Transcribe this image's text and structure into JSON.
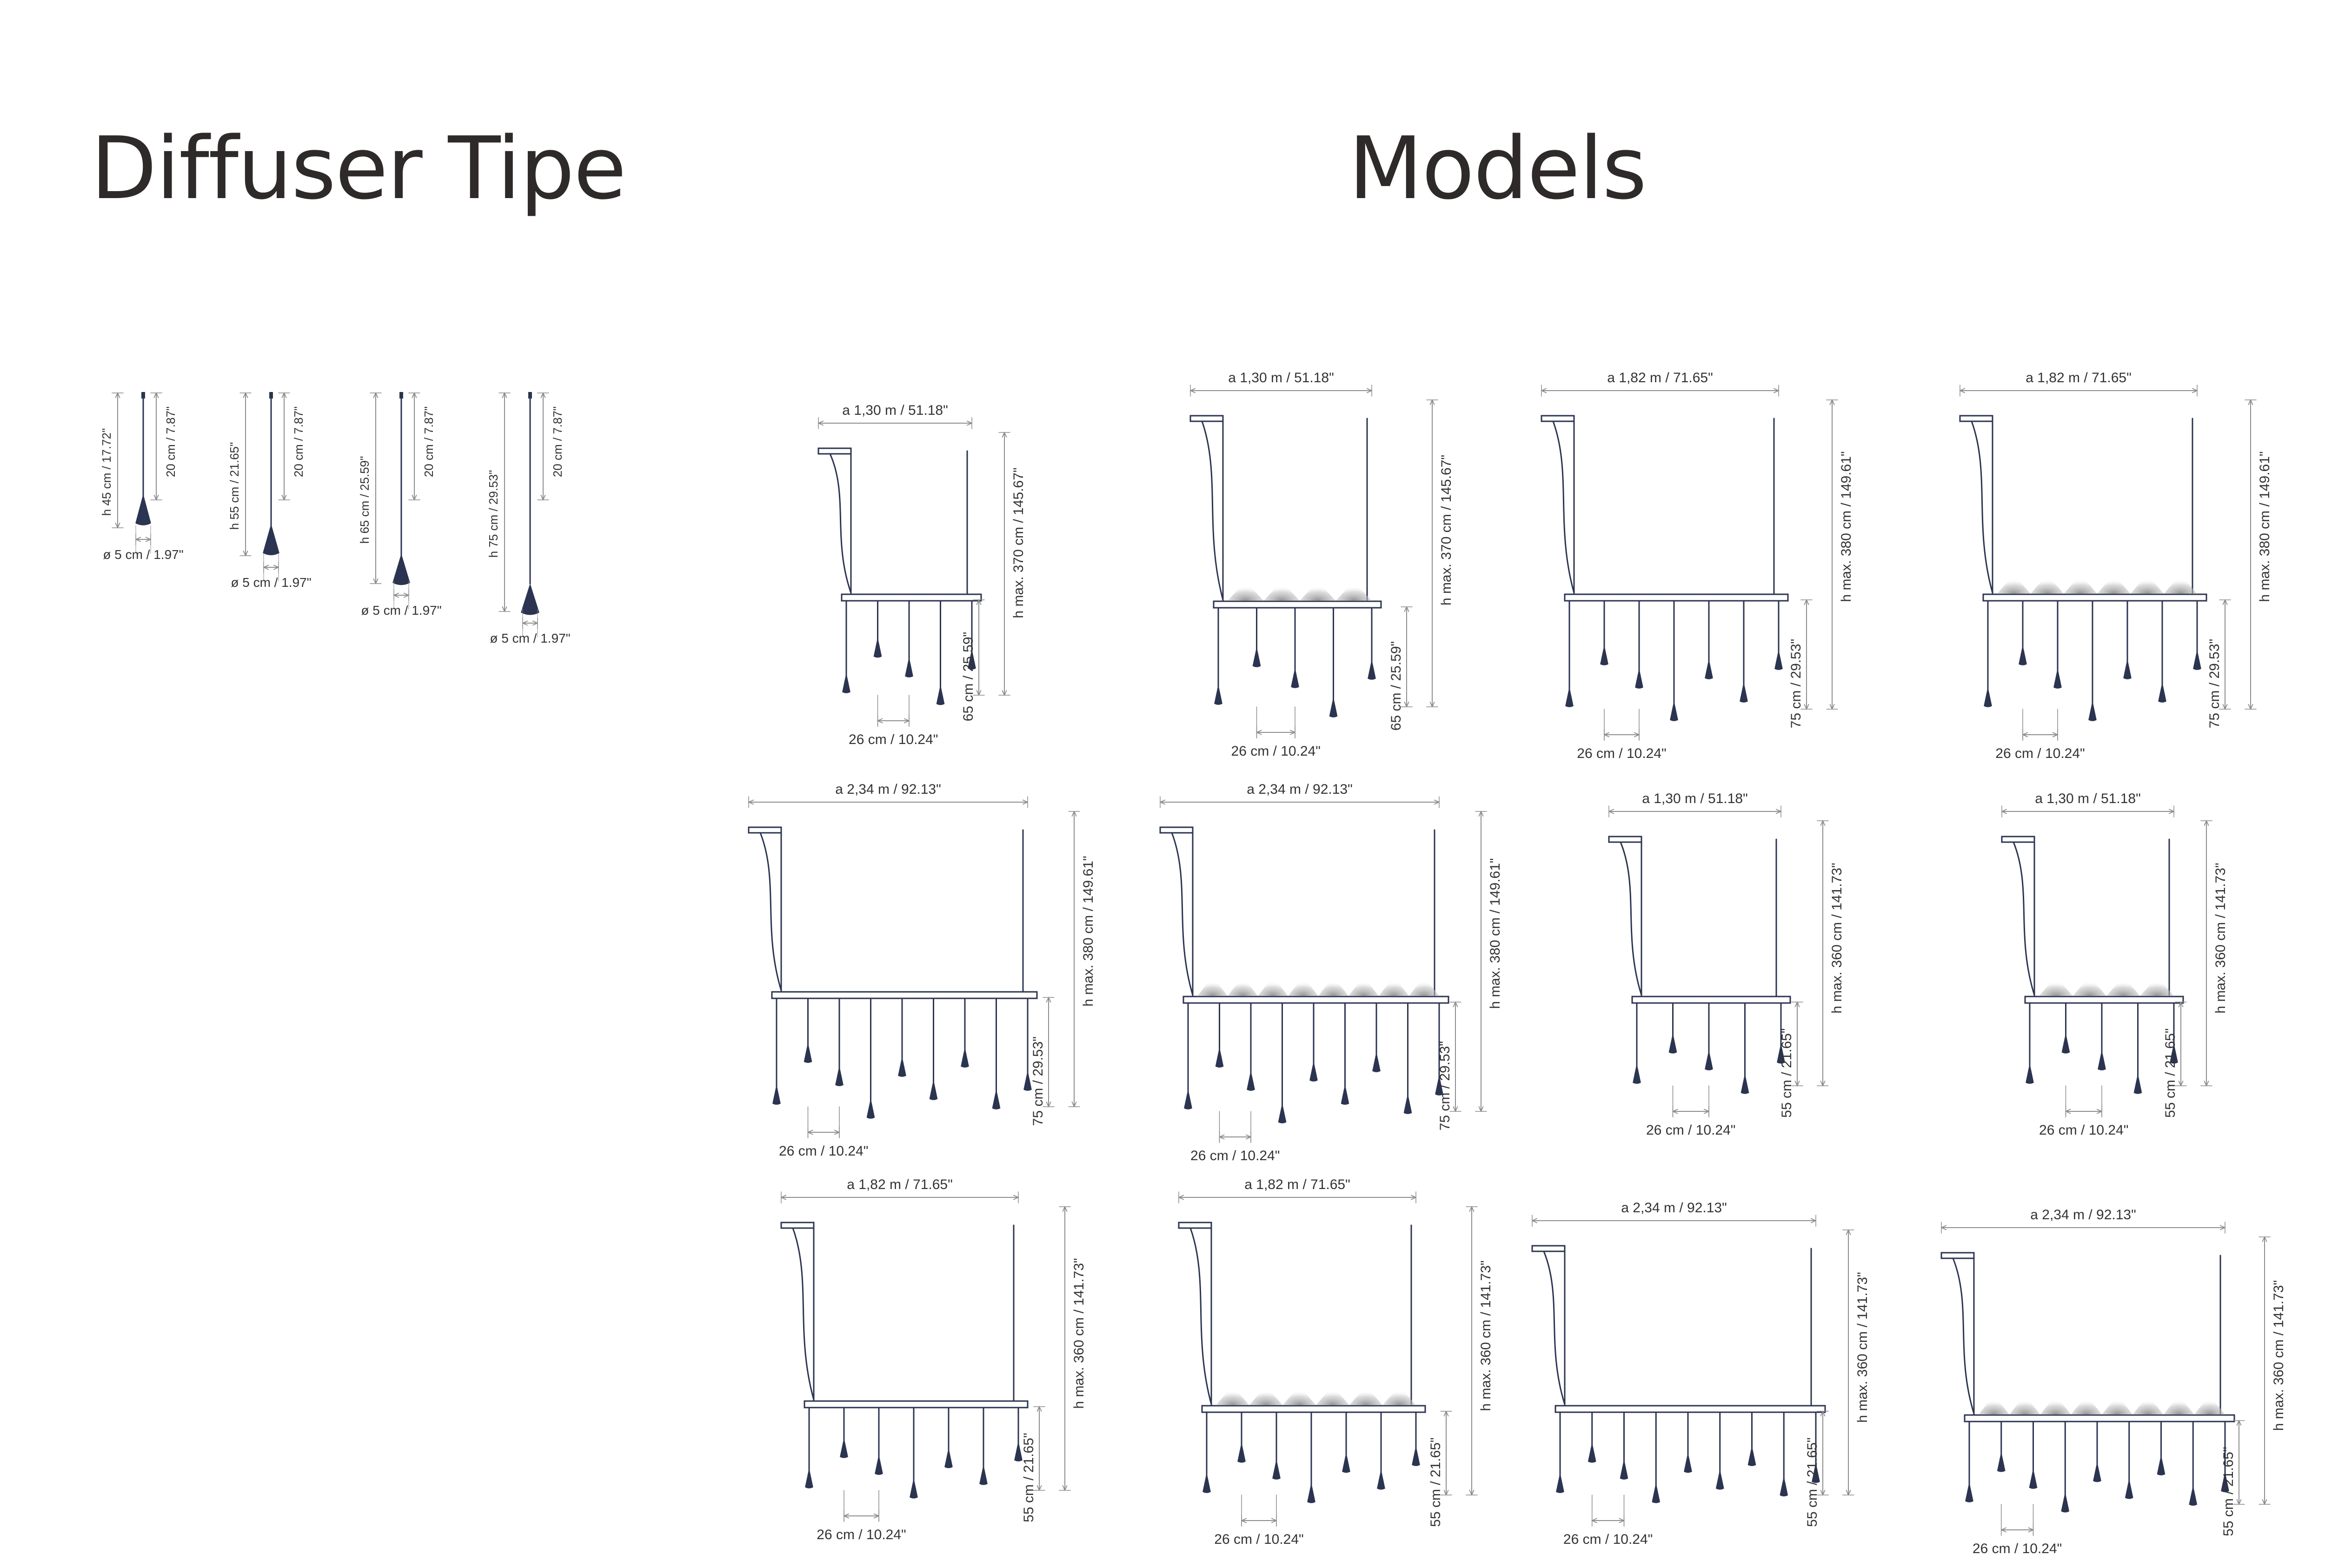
{
  "headings": {
    "diffuser": "Diffuser Tipe",
    "models": "Models"
  },
  "colors": {
    "structure": "#2b3450",
    "dimension": "#8c8c8c",
    "text": "#333333",
    "glow": "#9a9a9a"
  },
  "diffusers": [
    {
      "height_label": "h 45 cm / 17.72\"",
      "cable_label": "20 cm / 7.87\"",
      "diameter_label": "ø 5 cm / 1.97\""
    },
    {
      "height_label": "h 55 cm / 21.65\"",
      "cable_label": "20 cm / 7.87\"",
      "diameter_label": "ø 5 cm / 1.97\""
    },
    {
      "height_label": "h 65 cm / 25.59\"",
      "cable_label": "20 cm / 7.87\"",
      "diameter_label": "ø 5 cm / 1.97\""
    },
    {
      "height_label": "h 75 cm / 29.53\"",
      "cable_label": "20 cm / 7.87\"",
      "diameter_label": "ø 5 cm / 1.97\""
    }
  ],
  "models": [
    {
      "width_label": "a 1,30 m / 51.18\"",
      "height_label": "h max. 370 cm / 145.67\"",
      "drop_label": "65 cm / 25.59\"",
      "spacing_label": "26 cm / 10.24\"",
      "pendants": 5,
      "uplight": false
    },
    {
      "width_label": "a 1,30 m / 51.18\"",
      "height_label": "h max. 370 cm / 145.67\"",
      "drop_label": "65 cm / 25.59\"",
      "spacing_label": "26 cm / 10.24\"",
      "pendants": 5,
      "uplight": true
    },
    {
      "width_label": "a 1,82 m / 71.65\"",
      "height_label": "h max. 380 cm / 149.61\"",
      "drop_label": "75 cm / 29.53\"",
      "spacing_label": "26 cm / 10.24\"",
      "pendants": 7,
      "uplight": false
    },
    {
      "width_label": "a 1,82 m / 71.65\"",
      "height_label": "h max. 380 cm / 149.61\"",
      "drop_label": "75 cm / 29.53\"",
      "spacing_label": "26 cm / 10.24\"",
      "pendants": 7,
      "uplight": true
    },
    {
      "width_label": "a 2,34 m / 92.13\"",
      "height_label": "h max. 380 cm / 149.61\"",
      "drop_label": "75 cm / 29.53\"",
      "spacing_label": "26 cm / 10.24\"",
      "pendants": 9,
      "uplight": false
    },
    {
      "width_label": "a 2,34 m / 92.13\"",
      "height_label": "h max. 380 cm / 149.61\"",
      "drop_label": "75 cm / 29.53\"",
      "spacing_label": "26 cm / 10.24\"",
      "pendants": 9,
      "uplight": true
    },
    {
      "width_label": "a 1,30 m / 51.18\"",
      "height_label": "h max. 360 cm / 141.73\"",
      "drop_label": "55 cm / 21.65\"",
      "spacing_label": "26 cm / 10.24\"",
      "pendants": 5,
      "uplight": false
    },
    {
      "width_label": "a 1,30 m / 51.18\"",
      "height_label": "h max. 360 cm / 141.73\"",
      "drop_label": "55 cm / 21.65\"",
      "spacing_label": "26 cm / 10.24\"",
      "pendants": 5,
      "uplight": true
    },
    {
      "width_label": "a 1,82 m / 71.65\"",
      "height_label": "h max. 360 cm / 141.73\"",
      "drop_label": "55 cm / 21.65\"",
      "spacing_label": "26 cm / 10.24\"",
      "pendants": 7,
      "uplight": false
    },
    {
      "width_label": "a 1,82 m / 71.65\"",
      "height_label": "h max. 360 cm / 141.73\"",
      "drop_label": "55 cm / 21.65\"",
      "spacing_label": "26 cm / 10.24\"",
      "pendants": 7,
      "uplight": true
    },
    {
      "width_label": "a 2,34 m / 92.13\"",
      "height_label": "h max. 360 cm / 141.73\"",
      "drop_label": "55 cm / 21.65\"",
      "spacing_label": "26 cm / 10.24\"",
      "pendants": 9,
      "uplight": false
    },
    {
      "width_label": "a 2,34 m / 92.13\"",
      "height_label": "h max. 360 cm / 141.73\"",
      "drop_label": "55 cm / 21.65\"",
      "spacing_label": "26 cm / 10.24\"",
      "pendants": 9,
      "uplight": true
    }
  ]
}
